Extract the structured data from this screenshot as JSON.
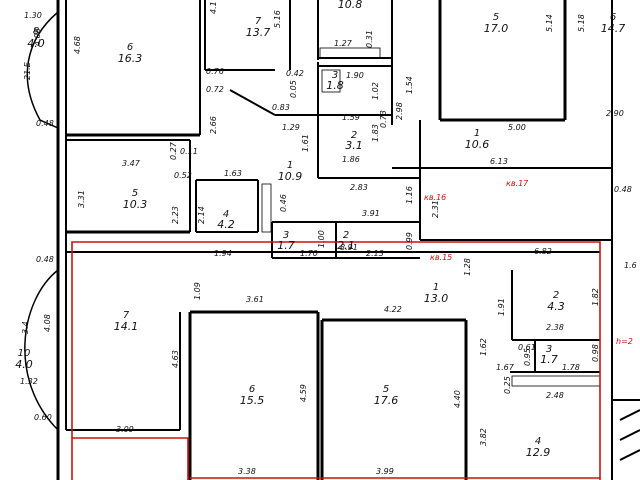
{
  "rooms": [
    {
      "id": "r01",
      "num": "6",
      "area": "16.3"
    },
    {
      "id": "r02",
      "num": "7",
      "area": "13.7"
    },
    {
      "id": "r03",
      "num": "",
      "area": "10.8"
    },
    {
      "id": "r04",
      "num": "5",
      "area": "17.0"
    },
    {
      "id": "r05",
      "num": "6",
      "area": "14.7"
    },
    {
      "id": "r06",
      "num": "8",
      "area": "4.0"
    },
    {
      "id": "r07",
      "num": "3",
      "area": "1.8"
    },
    {
      "id": "r08",
      "num": "2",
      "area": "3.1"
    },
    {
      "id": "r09",
      "num": "1",
      "area": "10.6"
    },
    {
      "id": "r10",
      "num": "1",
      "area": "10.9"
    },
    {
      "id": "r11",
      "num": "5",
      "area": "10.3"
    },
    {
      "id": "r12",
      "num": "4",
      "area": "4.2"
    },
    {
      "id": "r13",
      "num": "3",
      "area": "1.7"
    },
    {
      "id": "r14",
      "num": "2",
      "area": "2.1"
    },
    {
      "id": "r15",
      "num": "7",
      "area": "14.1"
    },
    {
      "id": "r16",
      "num": "1",
      "area": "13.0"
    },
    {
      "id": "r17",
      "num": "2",
      "area": "4.3"
    },
    {
      "id": "r18",
      "num": "3",
      "area": "1.7"
    },
    {
      "id": "r19",
      "num": "6",
      "area": "15.5"
    },
    {
      "id": "r20",
      "num": "5",
      "area": "17.6"
    },
    {
      "id": "r21",
      "num": "4",
      "area": "12.9"
    },
    {
      "id": "r22",
      "num": "10",
      "area": "4.0"
    }
  ],
  "dims": [
    "1.30",
    "4.08",
    "21.E",
    "4.68",
    "0.48",
    "4.1",
    "5.16",
    "0.76",
    "0.72",
    "0.42",
    "0.83",
    "0.05",
    "1.29",
    "1.27",
    "0.31",
    "1.90",
    "1.02",
    "1.54",
    "2.98",
    "1.59",
    "0.73",
    "1.83",
    "1.86",
    "5.14",
    "5.18",
    "2.90",
    "5.00",
    "6.13",
    "2.66",
    "1.61",
    "3.47",
    "0.27",
    "0.11",
    "0.52",
    "1.63",
    "3.31",
    "2.23",
    "2.14",
    "0.46",
    "2.83",
    "1.16",
    "3.91",
    "1.94",
    "1.00",
    "1.70",
    "2.13",
    "0.99",
    "2.31",
    "6.82",
    "0.48",
    "1.6",
    "8.91",
    "0.48",
    "1.09",
    "1.28",
    "1.91",
    "1.82",
    "2.38",
    "3.61",
    "4.22",
    "3.4",
    "4.08",
    "1.32",
    "4.63",
    "4.59",
    "4.40",
    "1.62",
    "1.67",
    "0.61",
    "0.95",
    "1.78",
    "0.98",
    "0.25",
    "2.48",
    "0.60",
    "3.09",
    "3.82",
    "3.38",
    "3.99"
  ],
  "marks": [
    "кв.16",
    "кв.17",
    "кв.15",
    "h=2"
  ],
  "colors": {
    "line": "#000000",
    "highlight": "#cc1111",
    "background": "#ffffff"
  }
}
